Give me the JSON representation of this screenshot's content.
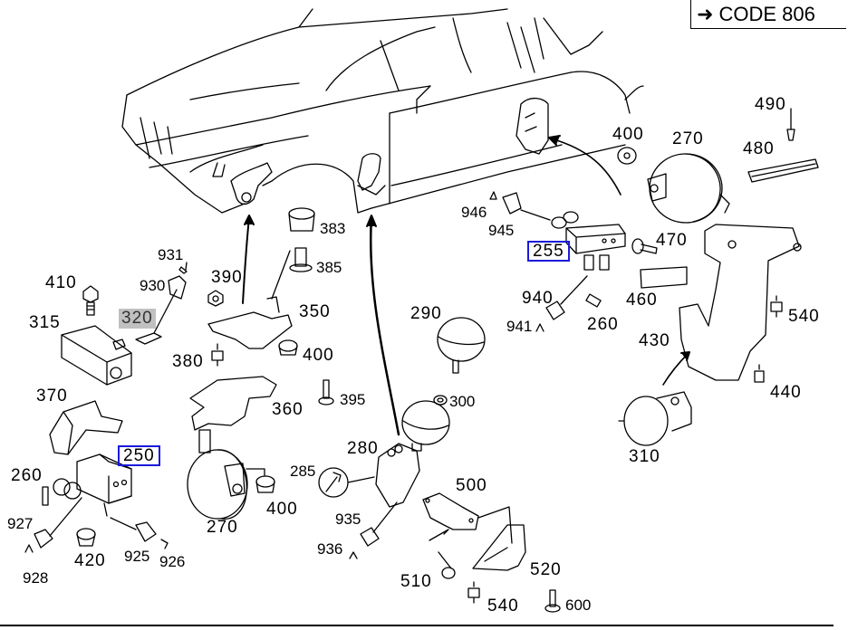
{
  "header": {
    "code_arrow_icon": "right-arrow-icon",
    "code_label": "CODE 806"
  },
  "diagram": {
    "title": "Hydraulic suspension parts diagram",
    "highlight_color": "#c0c0c0",
    "selected_box_color": "#1a1adb",
    "labels": {
      "p931": "931",
      "p930": "930",
      "p410": "410",
      "p315": "315",
      "p320": "320",
      "p390": "390",
      "p383": "383",
      "p385": "385",
      "p350": "350",
      "p380": "380",
      "p400a": "400",
      "p395": "395",
      "p360": "360",
      "p370": "370",
      "p260a": "260",
      "p250": "250",
      "p927": "927",
      "p928": "928",
      "p420": "420",
      "p925": "925",
      "p926": "926",
      "p270a": "270",
      "p400b": "400",
      "p285": "285",
      "p280": "280",
      "p290": "290",
      "p300": "300",
      "p935": "935",
      "p936": "936",
      "p500": "500",
      "p510": "510",
      "p520": "520",
      "p540a": "540",
      "p600": "600",
      "p946": "946",
      "p945": "945",
      "p255": "255",
      "p940": "940",
      "p941": "941",
      "p260b": "260",
      "p400c": "400",
      "p270b": "270",
      "p470": "470",
      "p460": "460",
      "p430": "430",
      "p490": "490",
      "p480": "480",
      "p540b": "540",
      "p440": "440",
      "p310": "310"
    }
  }
}
